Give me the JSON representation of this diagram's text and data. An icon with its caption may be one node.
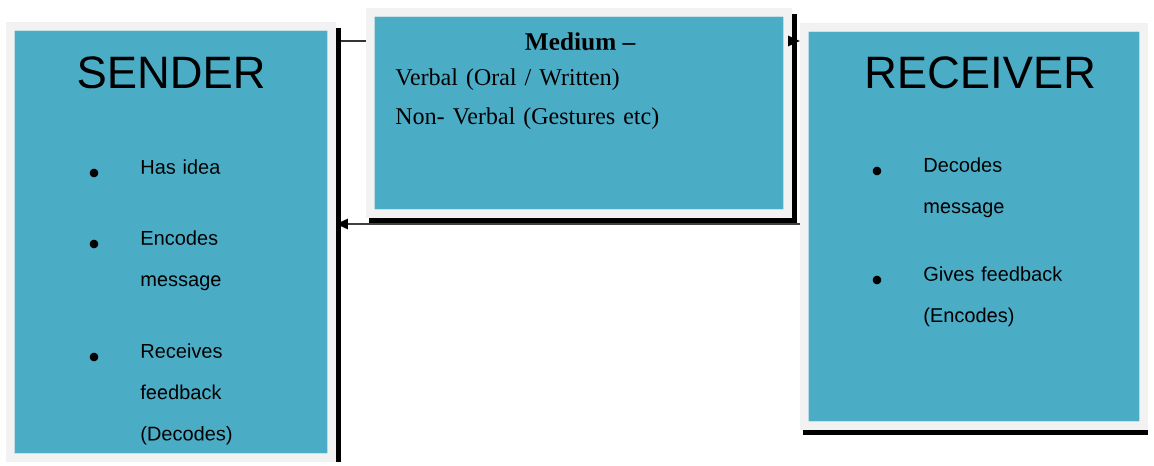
{
  "diagram": {
    "nodes": [
      {
        "text": [
          "SENDER",
          "Has idea",
          "Encodes message",
          "Receives feedback (Decodes)"
        ]
      },
      {
        "text": [
          "Medium –",
          "Verbal (Oral / Written)",
          "Non- Verbal (Gestures etc)"
        ]
      },
      {
        "text": [
          "RECEIVER",
          "Decodes message",
          "Gives feedback (Encodes)"
        ]
      }
    ],
    "edges": [
      {
        "from": 0,
        "to": 1,
        "arrow": "none"
      },
      {
        "from": 1,
        "to": 2,
        "arrow": "to"
      },
      {
        "from": 2,
        "to": 0,
        "arrow": "to"
      }
    ]
  }
}
